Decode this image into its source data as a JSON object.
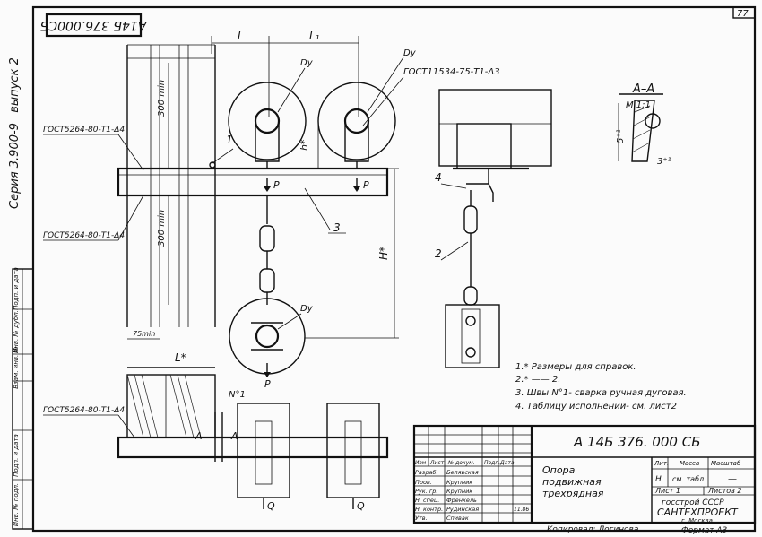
{
  "page_number": "77",
  "doc_code_top": "А14Б 376.000СБ",
  "series": "Серия 3.900-9",
  "issue": "выпуск 2",
  "dims": {
    "L": "L",
    "L1": "L₁",
    "L_star": "L*",
    "h_star": "h*",
    "H_star": "H*",
    "min300_a": "300 min",
    "min300_b": "300 min",
    "min75": "75min"
  },
  "callouts": {
    "gost_pipe": "ГОСТ11534-75-Т1-Δ3",
    "gost_weld_1": "ГОСТ5264-80-Т1-Δ4",
    "gost_weld_2": "ГОСТ5264-80-Т1-Δ4",
    "gost_weld_3": "ГОСТ5264-80-Т1-Δ4",
    "dy": "Dy",
    "p": "P",
    "q": "Q",
    "n1": "N°1",
    "pos1": "1",
    "pos2": "2",
    "pos3": "3",
    "pos4": "4",
    "a_left": "A",
    "a_right": "A"
  },
  "section": {
    "title": "А–А",
    "scale": "М 1:1",
    "dim_5": "5⁺¹",
    "dim_3": "3⁺¹"
  },
  "notes": [
    "1.* Размеры для справок.",
    "2.* —— 2.",
    "3. Швы N°1- сварка ручная дуговая.",
    "4. Таблицу исполнений- см. лист2"
  ],
  "side_stamp": [
    "Подп. и дата",
    "Инв. № дубл.",
    "Взам. инв. №",
    "Подп. и дата",
    "Инв. № подл."
  ],
  "title_block": {
    "code": "А 14Б 376. 000 СБ",
    "name": [
      "Опора",
      "подвижная",
      "трехрядная"
    ],
    "col_heads": [
      "Изм",
      "Лист",
      "№ докум.",
      "Подп.",
      "Дата"
    ],
    "roles": [
      "Разраб.",
      "Пров.",
      "Рук. гр.",
      "Н. спец.",
      "Н. контр.",
      "Утв."
    ],
    "people": [
      "Белявская",
      "Крупник",
      "Крупник",
      "Френкель",
      "Рудинская",
      "Спивак"
    ],
    "date": "11.86",
    "lit_head": "Лит.",
    "mass_head": "Масса",
    "scale_head": "Масштаб",
    "lit": "Н",
    "mass": "см. табл.",
    "scale": "—",
    "sheet": "Лист 1",
    "sheets": "Листов 2",
    "org1": "госстрой СССР",
    "org2": "САНТЕХПРОЕКТ",
    "city": "г. Москва"
  },
  "copied": "Копировал: Логинова",
  "format": "Формат А3"
}
